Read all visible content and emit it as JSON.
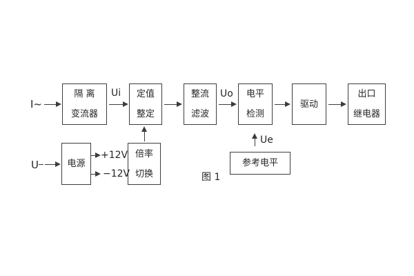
{
  "figure": {
    "caption": "图 1",
    "colors": {
      "line": "#3c3c3c",
      "text": "#262626",
      "background": "#ffffff"
    }
  },
  "boxes": {
    "isolation_transformer": {
      "line1": "隔 离",
      "line2": "变流器"
    },
    "setting_adjust": {
      "line1": "定值",
      "line2": "整定"
    },
    "rectifier_filter": {
      "line1": "整流",
      "line2": "滤波"
    },
    "level_detect": {
      "line1": "电平",
      "line2": "检测"
    },
    "drive": {
      "line1": "驱动"
    },
    "output_relay": {
      "line1": "出口",
      "line2": "继电器"
    },
    "power_supply": {
      "line1": "电源"
    },
    "multiplier_switch": {
      "line1": "倍率",
      "line2": "切换"
    },
    "reference_level": {
      "line1": "参考电平"
    }
  },
  "signals": {
    "input_current": "I~",
    "input_voltage": "U",
    "ui": "Ui",
    "uo": "Uo",
    "ue": "Ue",
    "plus_12v": "+12V",
    "minus_12v": "−12V"
  }
}
